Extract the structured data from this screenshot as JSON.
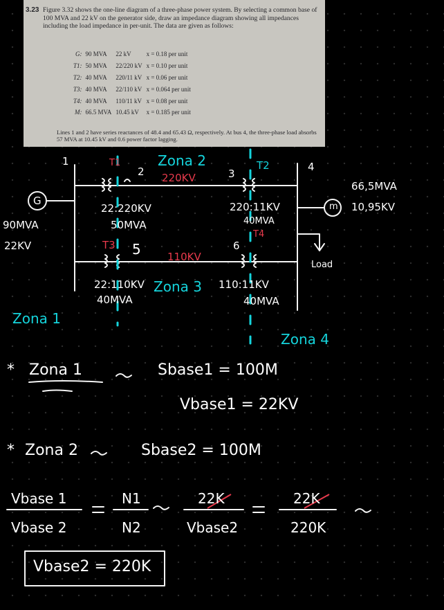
{
  "problem": {
    "number": "3.23",
    "text": "Figure 3.32 shows the one-line diagram of a three-phase power system. By selecting a common base of 100 MVA and 22 kV on the generator side, draw an impedance diagram showing all impedances including the load impedance in per-unit. The data are given as follows:",
    "equipment": [
      {
        "name": "G:",
        "mva": "90 MVA",
        "kv": "22 kV",
        "x": "x = 0.18 per unit"
      },
      {
        "name": "T1:",
        "mva": "50 MVA",
        "kv": "22/220 kV",
        "x": "x = 0.10 per unit"
      },
      {
        "name": "T2:",
        "mva": "40 MVA",
        "kv": "220/11 kV",
        "x": "x = 0.06 per unit"
      },
      {
        "name": "T3:",
        "mva": "40 MVA",
        "kv": "22/110 kV",
        "x": "x = 0.064 per unit"
      },
      {
        "name": "T4:",
        "mva": "40 MVA",
        "kv": "110/11 kV",
        "x": "x = 0.08 per unit"
      },
      {
        "name": "M:",
        "mva": "66.5 MVA",
        "kv": "10.45 kV",
        "x": "x = 0.185 per unit"
      }
    ],
    "lines_text": "Lines 1 and 2 have series reactances of 48.4 and 65.43 Ω, respectively. At bus 4, the three-phase load absorbs 57 MVA at 10.45 kV and 0.6 power factor lagging."
  },
  "diagram": {
    "bus1": "1",
    "bus2": "2",
    "bus3": "3",
    "bus4": "4",
    "bus5": "5",
    "bus6": "6",
    "t1": "T1",
    "t2": "T2",
    "t3": "T3",
    "t4": "T4",
    "gen_symbol": "G",
    "motor_symbol": "m",
    "zona1": "Zona 1",
    "zona2": "Zona 2",
    "zona3": "Zona 3",
    "zona4": "Zona 4",
    "kv220": "220KV",
    "kv110": "110KV",
    "gen_mva": "90MVA",
    "gen_kv": "22KV",
    "t1_ratio": "22:220KV",
    "t1_mva": "50MVA",
    "t2_ratio": "220:11KV",
    "t2_mva": "40MVA",
    "t3_ratio": "22:110KV",
    "t3_mva": "40MVA",
    "t4_ratio": "110:11KV",
    "t4_mva": "40MVA",
    "motor_mva": "66,5MVA",
    "motor_kv": "10,95KV",
    "load": "Load"
  },
  "notes": {
    "z1_star": "*",
    "z1_label": "Zona 1",
    "arrow": "~>",
    "sbase1": "Sbase1 = 100M",
    "vbase1": "Vbase1 = 22KV",
    "z2_star": "*",
    "z2_label": "Zona 2",
    "sbase2": "Sbase2 = 100M",
    "frac1_num": "Vbase 1",
    "frac1_den": "Vbase 2",
    "frac2_num": "N1",
    "frac2_den": "N2",
    "frac3_num": "22K",
    "frac3_den": "Vbase2",
    "frac4_num": "22K",
    "frac4_den": "220K",
    "eq": "=",
    "result": "Vbase2 = 220K"
  }
}
